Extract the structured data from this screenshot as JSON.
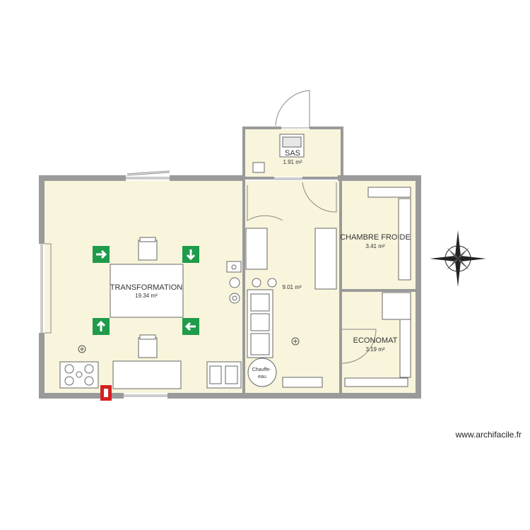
{
  "rooms": {
    "sas": {
      "name": "SAS",
      "area": "1.91 m²"
    },
    "transformation": {
      "name": "TRANSFORMATION",
      "area": "19.34 m²"
    },
    "center": {
      "area": "9.01 m²"
    },
    "chambre_froide": {
      "name": "CHAMBRE FROIDE",
      "area": "3.41 m²"
    },
    "economat": {
      "name": "ECONOMAT",
      "area": "3.19 m²"
    }
  },
  "fixtures": {
    "chauffe_eau": "Chauffe-\neau"
  },
  "credit": "www.archifacile.fr",
  "colors": {
    "wall": "#9a9a9a",
    "floor": "#f8f5dc",
    "exit_sign": "#1e9b4b",
    "extinguisher": "#d42020"
  },
  "icons": [
    "compass-rose-icon",
    "exit-arrow-right-icon",
    "exit-arrow-down-icon",
    "exit-arrow-up-icon",
    "exit-arrow-left-icon",
    "fire-extinguisher-icon",
    "smoke-detector-icon",
    "stove-icon",
    "sink-icon"
  ]
}
